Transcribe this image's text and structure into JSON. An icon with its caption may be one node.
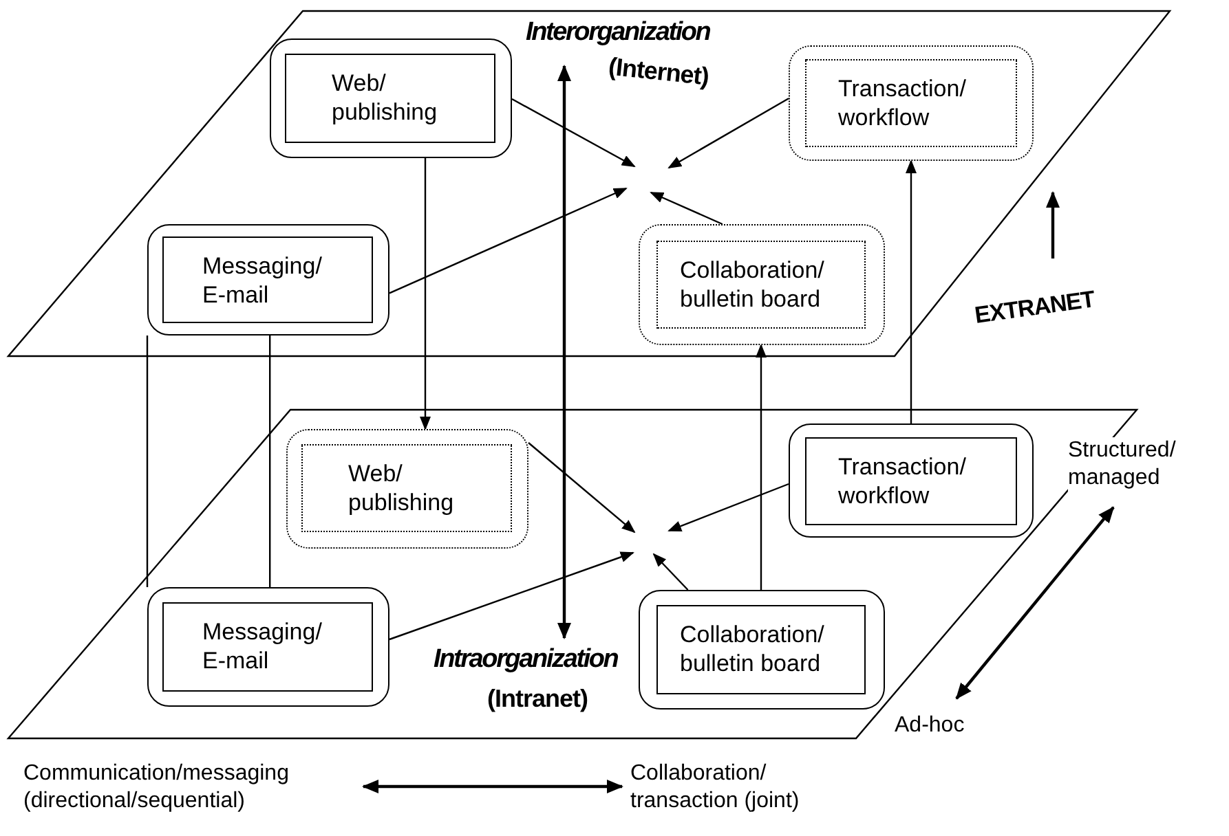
{
  "diagram": {
    "nodes": [
      {
        "text": [
          "Web/ publishing"
        ]
      },
      {
        "text": [
          "Transaction/ workflow"
        ]
      },
      {
        "text": [
          "Messaging/ E-mail"
        ]
      },
      {
        "text": [
          "Collaboration/ bulletin board"
        ]
      },
      {
        "text": [
          "Web/ publishing"
        ]
      },
      {
        "text": [
          "Transaction/ workflow"
        ]
      },
      {
        "text": [
          "Messaging/ E-mail"
        ]
      },
      {
        "text": [
          "Collaboration/ bulletin board"
        ]
      }
    ],
    "edges": [
      {
        "from": 0,
        "to": null,
        "arrow": "to"
      },
      {
        "from": 2,
        "to": null,
        "arrow": "to"
      },
      {
        "from": 1,
        "to": null,
        "arrow": "to"
      },
      {
        "from": 3,
        "to": null,
        "arrow": "to"
      },
      {
        "from": 0,
        "to": 4,
        "arrow": "to"
      },
      {
        "from": 5,
        "to": 1,
        "arrow": "to"
      },
      {
        "from": 7,
        "to": 3,
        "arrow": "to"
      },
      {
        "from": 2,
        "to": 6,
        "arrow": "none"
      },
      {
        "from": 4,
        "to": null,
        "arrow": "to"
      },
      {
        "from": 6,
        "to": null,
        "arrow": "to"
      },
      {
        "from": 5,
        "to": null,
        "arrow": "to"
      },
      {
        "from": 7,
        "to": null,
        "arrow": "to"
      }
    ],
    "labels": [
      "Interorganization",
      "(Internet)",
      "EXTRANET",
      "Structured/ managed",
      "Intraorganization",
      "(Intranet)",
      "Ad-hoc",
      "Communication/messaging (directional/sequential)",
      "Collaboration/ transaction (joint)"
    ]
  }
}
